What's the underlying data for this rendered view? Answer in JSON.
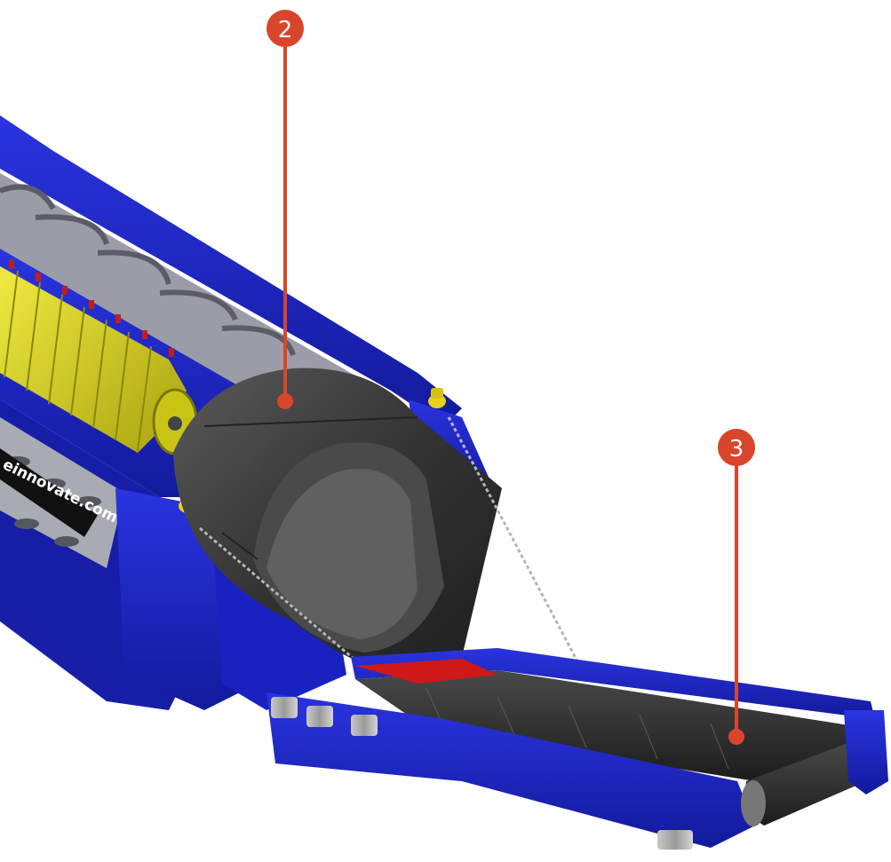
{
  "colors": {
    "frame_blue": "#1a22c8",
    "frame_blue_dark": "#0e1690",
    "drum_gray": "#3a3a3a",
    "screen_yellow": "#d8d21a",
    "callout_red": "#d9452b",
    "belt_dark": "#2c2c2c",
    "background": "#ffffff"
  },
  "machine": {
    "decal_text": "einnovate.com"
  },
  "callouts": [
    {
      "number": "2",
      "target": "drum-hood"
    },
    {
      "number": "3",
      "target": "discharge-conveyor"
    }
  ]
}
